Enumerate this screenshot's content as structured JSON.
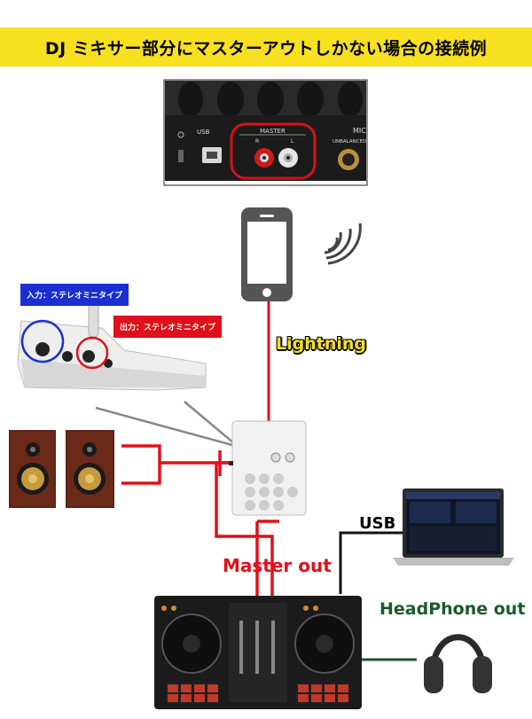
{
  "title": "DJ ミキサー部分にマスターアウトしかない場合の接続例",
  "panel": {
    "usb_label": "USB",
    "master_label": "MASTER",
    "r_label": "R",
    "l_label": "L",
    "mic_label": "MIC",
    "unbalanced_label": "UNBALANCED"
  },
  "tags": {
    "input": "入力：ステレオミニタイプ",
    "output": "出力：ステレオミニタイプ"
  },
  "labels": {
    "lightning": "Lightning",
    "usb": "USB",
    "master_out": "Master out",
    "headphone_out": "HeadPhone out"
  },
  "colors": {
    "title_bg": "#f7e01f",
    "cable_red": "#e0101a",
    "cable_black": "#111111",
    "cable_green": "#1a5a2a",
    "cable_grey": "#888888"
  }
}
